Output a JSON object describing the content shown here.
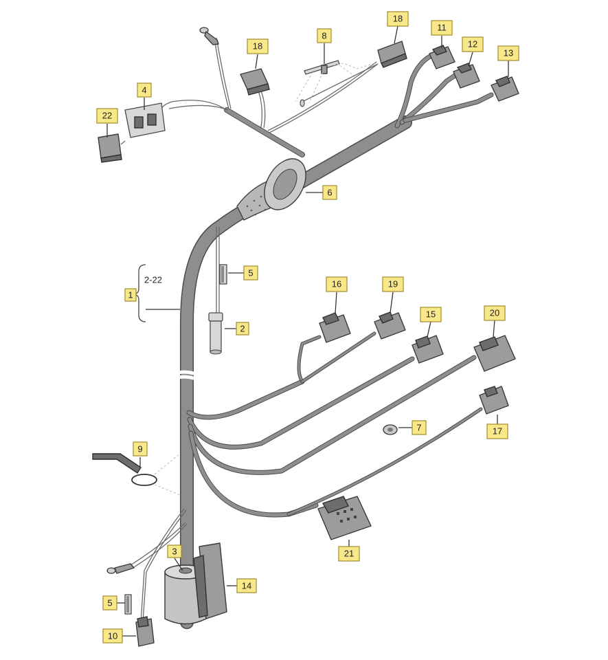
{
  "callouts": {
    "c1": "1",
    "c2": "2",
    "c3": "3",
    "c4": "4",
    "c5a": "5",
    "c5b": "5",
    "c6": "6",
    "c7": "7",
    "c8": "8",
    "c9": "9",
    "c10": "10",
    "c11": "11",
    "c12": "12",
    "c13": "13",
    "c14": "14",
    "c15": "15",
    "c16": "16",
    "c17": "17",
    "c18a": "18",
    "c18b": "18",
    "c19": "19",
    "c20": "20",
    "c21": "21",
    "c22": "22"
  },
  "range_label": "2-22",
  "colors": {
    "callout_fill": "#f8e88a",
    "wire": "#8e8e8e",
    "part": "#9c9c9c"
  }
}
